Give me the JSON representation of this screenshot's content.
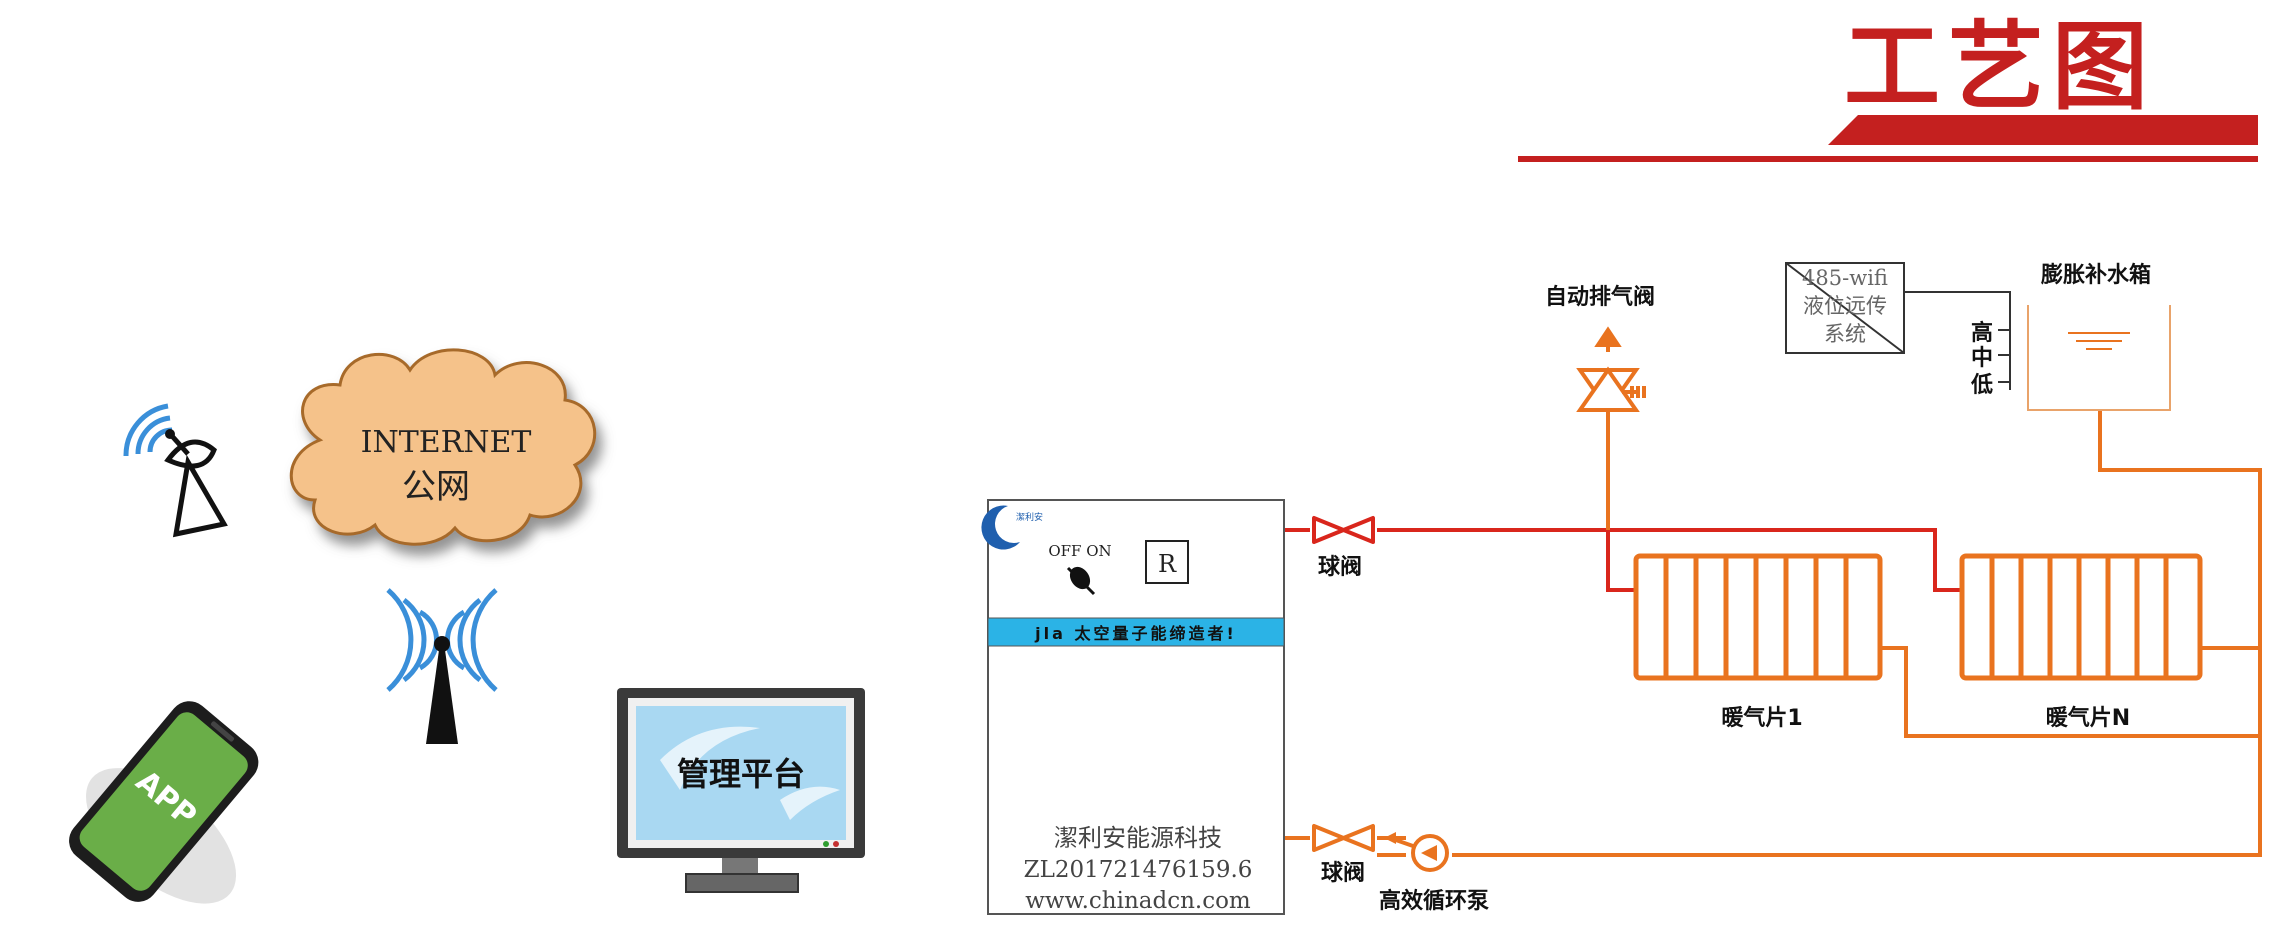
{
  "title": "工艺图",
  "network": {
    "internet_line1": "INTERNET",
    "internet_line2": "公网",
    "app_label": "APP",
    "platform_label": "管理平台"
  },
  "boiler": {
    "switch_label": "OFF ON",
    "reset_label": "R",
    "banner": "jla 太空量子能缔造者!",
    "company": "潔利安能源科技",
    "patent": "ZL201721476159.6",
    "website": "www.chinadcn.com"
  },
  "components": {
    "air_valve": "自动排气阀",
    "level_system_line1": "485-wifi",
    "level_system_line2": "液位远传",
    "level_system_line3": "系统",
    "expansion_tank": "膨胀补水箱",
    "level_high": "高",
    "level_mid": "中",
    "level_low": "低",
    "ball_valve_top": "球阀",
    "ball_valve_bottom": "球阀",
    "pump": "高效循环泵",
    "radiator_1": "暖气片1",
    "radiator_n": "暖气片N"
  },
  "colors": {
    "supply_pipe": "#d9261c",
    "return_pipe": "#e9731f",
    "title_red": "#c4201f",
    "banner_blue": "#2bb3e6",
    "cloud": "#f5c28a",
    "screen_blue": "#a9d8f2",
    "phone_green": "#6aae48",
    "wave_blue": "#3a8fd9"
  },
  "icons": [
    "satellite-dish-icon",
    "antenna-tower-icon",
    "cloud-icon",
    "smartphone-icon",
    "monitor-icon",
    "gate-valve-icon",
    "pump-icon",
    "radiator-icon",
    "air-release-valve-icon"
  ]
}
